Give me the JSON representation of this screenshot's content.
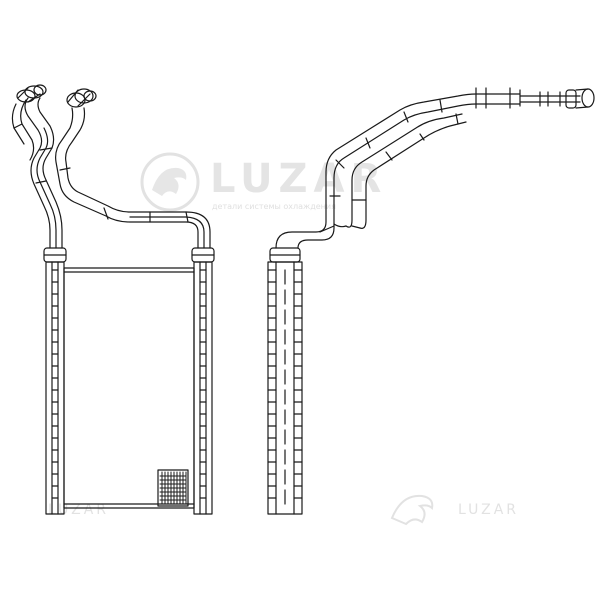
{
  "watermark": {
    "brand": "LUZAR",
    "tagline": "детали системы охлаждения",
    "faint_text_left": "LUZAR",
    "faint_text_right": "LUZAR"
  },
  "colors": {
    "line": "#1a1a1a",
    "watermark": "#e2e2e2",
    "background": "#ffffff"
  }
}
